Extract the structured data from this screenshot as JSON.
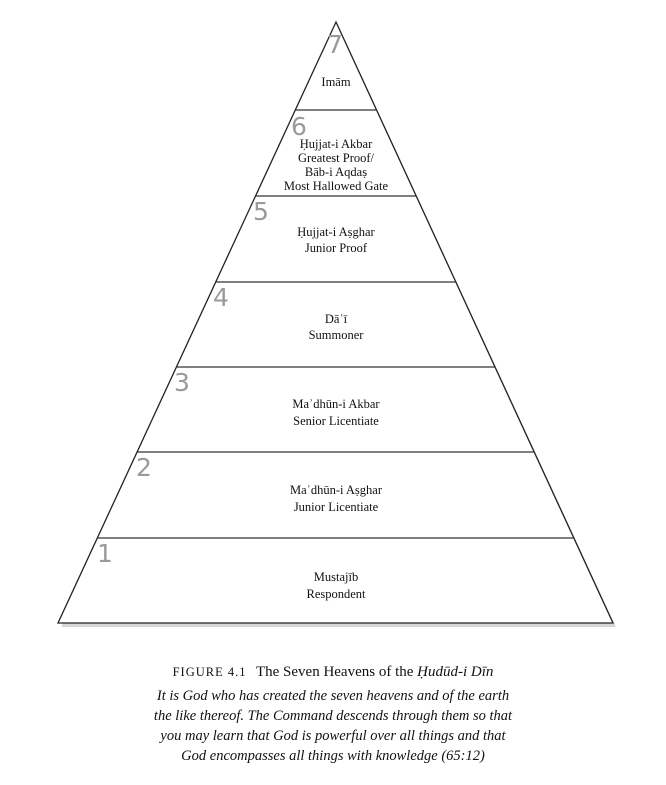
{
  "levels": [
    {
      "number": "7",
      "lines": [
        "Imām"
      ]
    },
    {
      "number": "6",
      "lines": [
        "Ḥujjat-i Akbar",
        "Greatest Proof/",
        "Bāb-i Aqdaṣ",
        "Most Hallowed Gate"
      ]
    },
    {
      "number": "5",
      "lines": [
        "Ḥujjat-i Aṣghar",
        "Junior Proof"
      ]
    },
    {
      "number": "4",
      "lines": [
        "Dāʿī",
        "Summoner"
      ]
    },
    {
      "number": "3",
      "lines": [
        "Maʾdhūn-i Akbar",
        "Senior Licentiate"
      ]
    },
    {
      "number": "2",
      "lines": [
        "Maʾdhūn-i Aṣghar",
        "Junior Licentiate"
      ]
    },
    {
      "number": "1",
      "lines": [
        "Mustajīb",
        "Respondent"
      ]
    }
  ],
  "caption": {
    "figure_label": "FIGURE 4.1",
    "title_plain": "The Seven Heavens of the",
    "title_italic": "Ḥudūd-i Dīn",
    "body": [
      "It is God who has created the seven heavens and of the earth",
      "the like thereof. The Command descends through them so that",
      "you may learn that God is powerful over all things and that",
      "God encompasses all things with knowledge (65:12)"
    ]
  }
}
